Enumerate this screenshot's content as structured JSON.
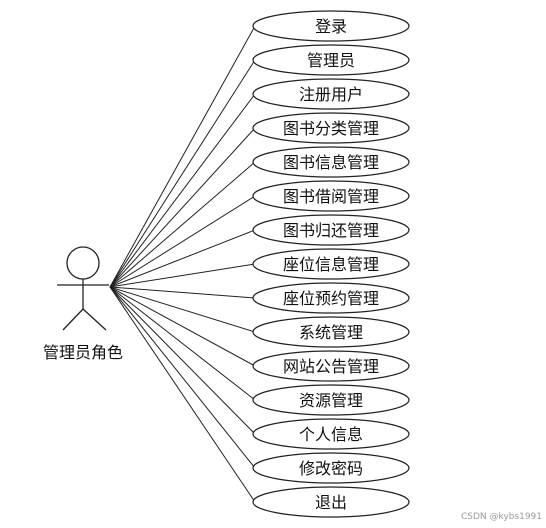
{
  "actor": {
    "label": "管理员角色",
    "icon": "stick-figure-icon"
  },
  "use_cases": [
    {
      "label": "登录"
    },
    {
      "label": "管理员"
    },
    {
      "label": "注册用户"
    },
    {
      "label": "图书分类管理"
    },
    {
      "label": "图书信息管理"
    },
    {
      "label": "图书借阅管理"
    },
    {
      "label": "图书归还管理"
    },
    {
      "label": "座位信息管理"
    },
    {
      "label": "座位预约管理"
    },
    {
      "label": "系统管理"
    },
    {
      "label": "网站公告管理"
    },
    {
      "label": "资源管理"
    },
    {
      "label": "个人信息"
    },
    {
      "label": "修改密码"
    },
    {
      "label": "退出"
    }
  ],
  "watermark": "CSDN @kybs1991"
}
